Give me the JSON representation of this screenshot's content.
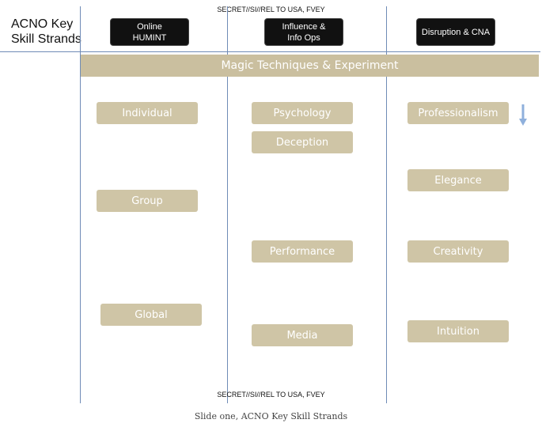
{
  "classification": {
    "top": "SECRET//SI//REL TO USA, FVEY",
    "bottom": "SECRET//SI//REL TO USA, FVEY"
  },
  "title": {
    "line1": "ACNO Key",
    "line2": "Skill Strands"
  },
  "categories": [
    {
      "line1": "Online",
      "line2": "HUMINT"
    },
    {
      "line1": "Influence &",
      "line2": "Info Ops"
    },
    {
      "line1": "Disruption & CNA",
      "line2": ""
    }
  ],
  "banner": "Magic Techniques & Experiment",
  "columns": {
    "online_humint": [
      "Individual",
      "Group",
      "Global"
    ],
    "influence": [
      "Psychology",
      "Deception",
      "Performance",
      "Media"
    ],
    "disruption": [
      "Professionalism",
      "Elegance",
      "Creativity",
      "Intuition"
    ]
  },
  "caption": "Slide one, ACNO Key Skill Strands",
  "colors": {
    "box": "#cfc5a6",
    "banner": "#cabf9f",
    "lines": "#6f8bb6",
    "arrow": "#8fb0dc"
  }
}
